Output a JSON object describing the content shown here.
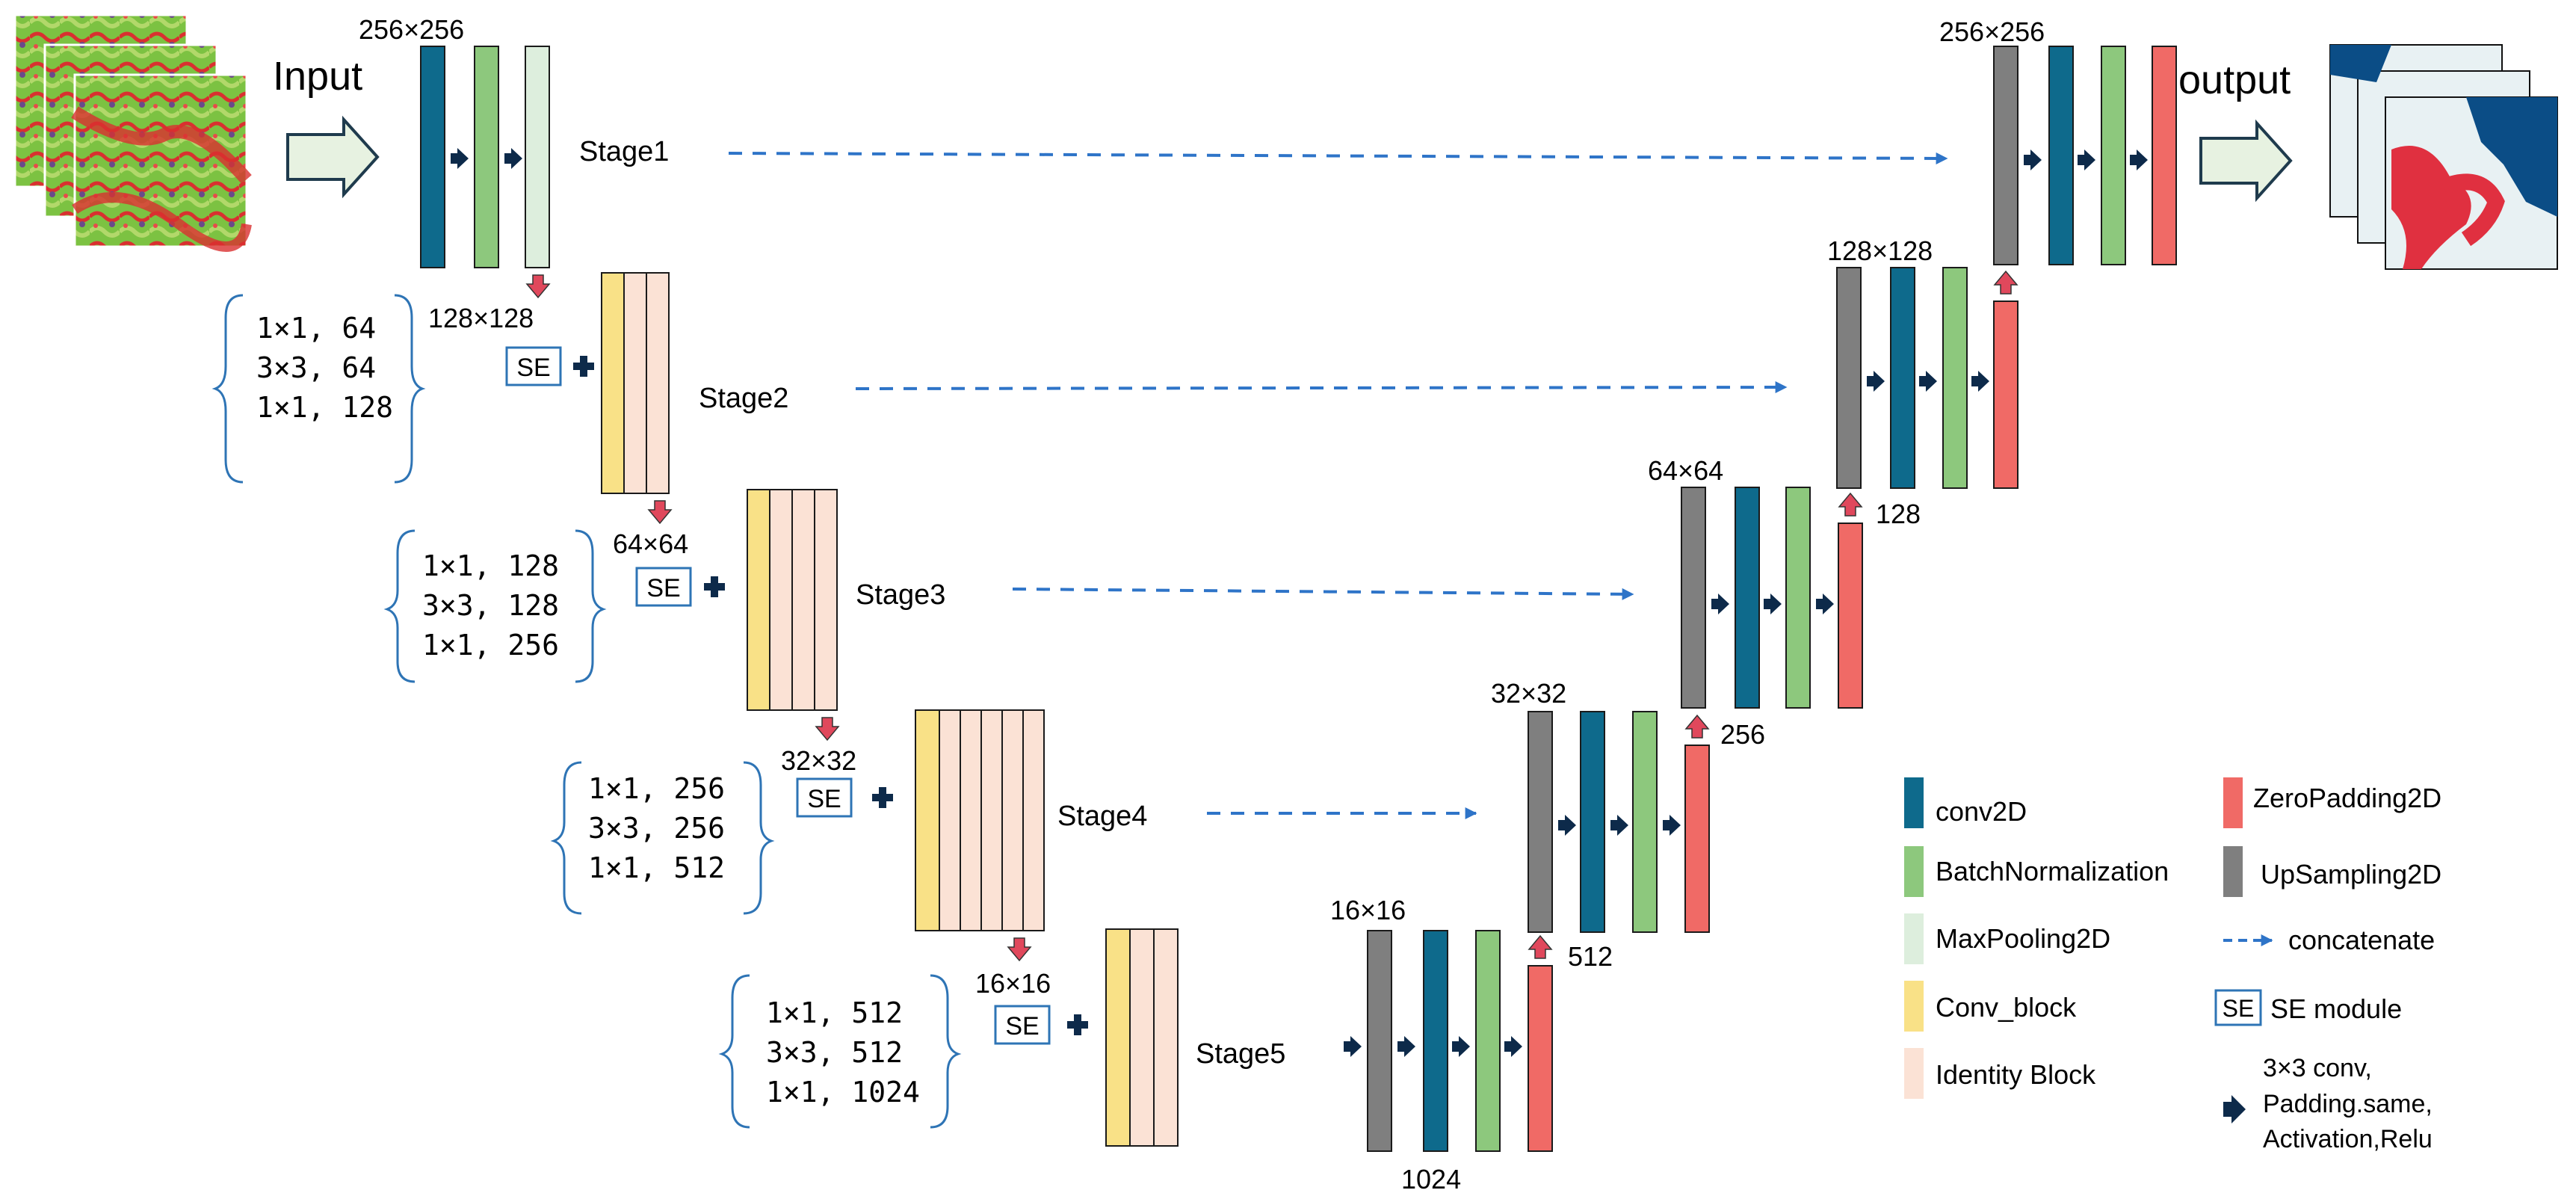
{
  "input": {
    "label": "Input"
  },
  "output": {
    "label": "output"
  },
  "colors": {
    "conv2d": "#0e6a8c",
    "batchnorm": "#8dc87d",
    "maxpool": "#ddeedd",
    "conv_block": "#f9e187",
    "identity_block": "#fbe2d5",
    "zeropadding": "#f06a66",
    "upsampling": "#7f7f7f",
    "arrow_dark": "#0d2a4a",
    "arrow_red": "#e0485c",
    "concat_line": "#2e74c8",
    "se_border": "#2e74b5"
  },
  "stages": [
    {
      "name": "Stage1",
      "size": "256×256"
    },
    {
      "name": "Stage2",
      "size": "128×128",
      "params": [
        "1×1, 64",
        "3×3, 64",
        "1×1, 128"
      ]
    },
    {
      "name": "Stage3",
      "size": "64×64",
      "params": [
        "1×1, 128",
        "3×3, 128",
        "1×1, 256"
      ]
    },
    {
      "name": "Stage4",
      "size": "32×32",
      "params": [
        "1×1, 256",
        "3×3, 256",
        "1×1, 512"
      ]
    },
    {
      "name": "Stage5",
      "size": "16×16",
      "params": [
        "1×1, 512",
        "3×3, 512",
        "1×1, 1024"
      ]
    }
  ],
  "se_label": "SE",
  "decoder": {
    "sizes": [
      "256×256",
      "128×128",
      "64×64",
      "32×32",
      "16×16"
    ],
    "channels": [
      "128",
      "256",
      "512",
      "1024"
    ]
  },
  "legend": {
    "conv2d": "conv2D",
    "batchnorm": "BatchNormalization",
    "maxpool": "MaxPooling2D",
    "conv_block": "Conv_block",
    "identity_block": "Identity Block",
    "zeropadding": "ZeroPadding2D",
    "upsampling": "UpSampling2D",
    "concatenate": "concatenate",
    "se_module": "SE module",
    "conv_desc": [
      "3×3 conv,",
      "Padding.same,",
      "Activation,Relu"
    ]
  }
}
